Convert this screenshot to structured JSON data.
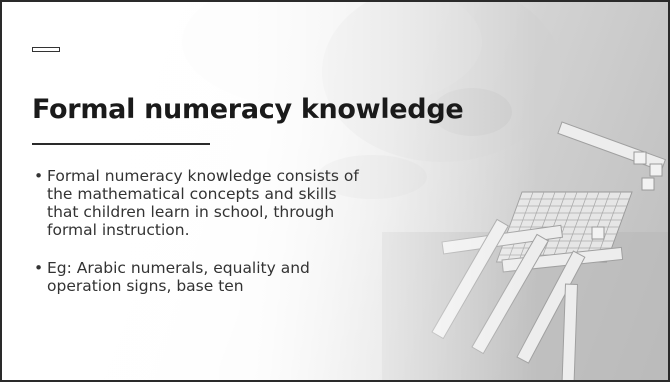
{
  "slide": {
    "title": "Formal numeracy knowledge",
    "bullets": [
      {
        "symbol": "•",
        "text": "Formal numeracy knowledge consists of the mathematical concepts and skills that children learn in school, through formal instruction."
      },
      {
        "symbol": "•",
        "text": "Eg: Arabic numerals, equality and operation signs, base ten"
      }
    ]
  }
}
